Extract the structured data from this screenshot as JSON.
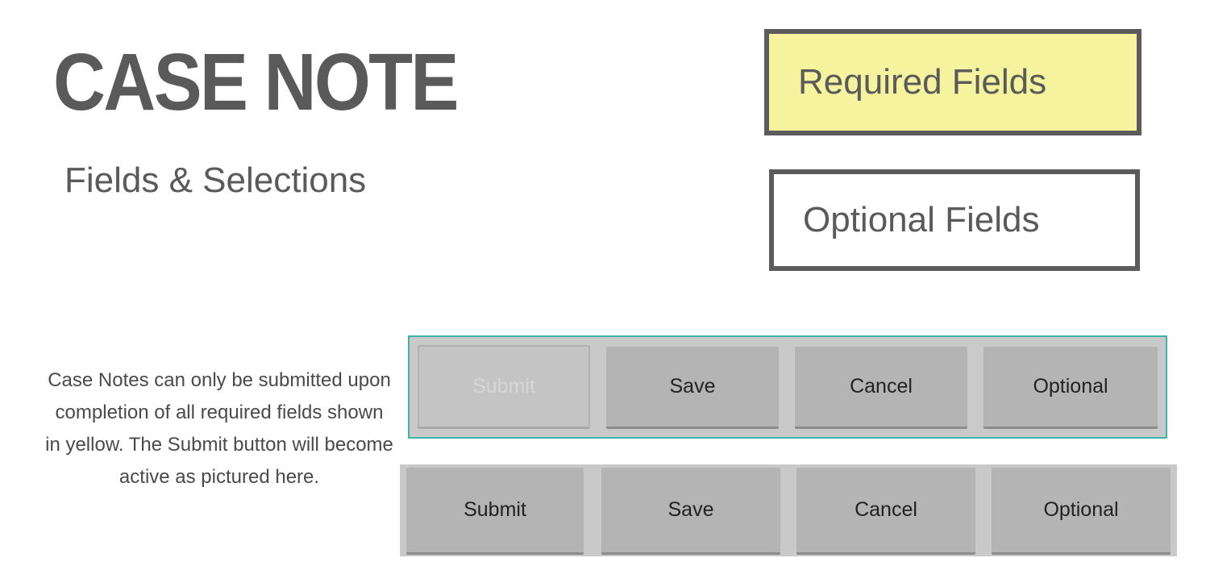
{
  "header": {
    "title": "CASE NOTE",
    "subtitle": "Fields & Selections"
  },
  "legend": {
    "required_label": "Required Fields",
    "optional_label": "Optional Fields",
    "required_color": "#f6f39f",
    "optional_color": "#ffffff"
  },
  "note": {
    "text": "Case Notes can only be submitted upon completion of all required fields shown in yellow. The Submit button will become active as pictured here."
  },
  "button_bar_inactive": {
    "border_color": "#3db3ad",
    "buttons": [
      {
        "label": "Submit",
        "state": "disabled"
      },
      {
        "label": "Save",
        "state": "enabled"
      },
      {
        "label": "Cancel",
        "state": "enabled"
      },
      {
        "label": "Optional",
        "state": "enabled"
      }
    ]
  },
  "button_bar_active": {
    "buttons": [
      {
        "label": "Submit",
        "state": "enabled"
      },
      {
        "label": "Save",
        "state": "enabled"
      },
      {
        "label": "Cancel",
        "state": "enabled"
      },
      {
        "label": "Optional",
        "state": "enabled"
      }
    ]
  }
}
